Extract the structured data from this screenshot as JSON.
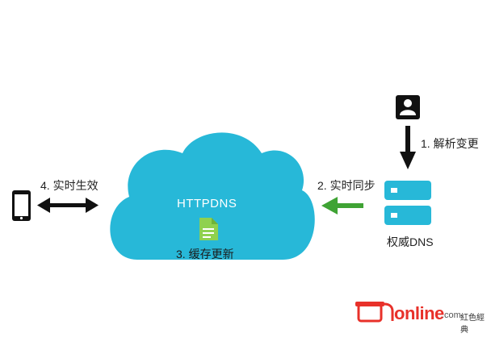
{
  "cloud": {
    "title": "HTTPDNS",
    "step3": "3. 缓存更新"
  },
  "steps": {
    "step1": "1. 解析变更",
    "step2": "2. 实时同步",
    "step4": "4. 实时生效"
  },
  "authority": {
    "label": "权威DNS"
  },
  "watermark": {
    "brand": "online",
    "domain": ".com",
    "tagline": "紅色經典"
  },
  "colors": {
    "cloud": "#27B8D8",
    "server_blue": "#27B8D8",
    "green_arrow": "#3FA334",
    "doc_green": "#8FD14F",
    "black": "#111111",
    "brand_red": "#E8312A"
  },
  "icons": {
    "phone": "smartphone-icon",
    "user": "user-profile-icon",
    "server": "server-stack-icon",
    "document": "document-icon"
  }
}
